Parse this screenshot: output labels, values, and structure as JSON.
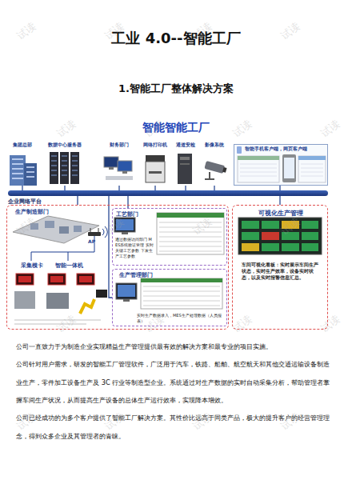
{
  "diagram": {
    "title": "工业 4.0--智能工厂",
    "nodes": [
      {
        "text": [
          "集团总部"
        ]
      },
      {
        "text": [
          "数据中心服务器"
        ]
      },
      {
        "text": [
          "财务部门"
        ]
      },
      {
        "text": [
          "网络打印机"
        ]
      },
      {
        "text": [
          "通道安检"
        ]
      },
      {
        "text": [
          "影像系统"
        ]
      },
      {
        "text": [
          "智能手机客户端，网页客户端"
        ]
      },
      {
        "text": [
          "企业网络平台"
        ]
      },
      {
        "text": [
          "生产制造部门"
        ]
      },
      {
        "text": [
          "采集模卡"
        ],
        "in": 8
      },
      {
        "text": [
          "智能一体机"
        ],
        "in": 8
      },
      {
        "text": [
          "工艺部门",
          "通过数据访问部门 MES系统验证管理 实时关键工艺参数 下发生产工艺参数"
        ],
        "in": 8
      },
      {
        "text": [
          "生产管理部门",
          "实时生产数据录入，MES生产处理数据（人员报表）"
        ],
        "in": 8
      },
      {
        "text": [
          "可视化生产管理",
          "车间可视化看板：实时展示车间生产状态，实时生产效率，设备实时状态，以及实时报警信息汇总。"
        ]
      }
    ],
    "edges": [
      {
        "from": 7,
        "to": 0,
        "arrow": "none"
      },
      {
        "from": 7,
        "to": 1,
        "arrow": "none"
      },
      {
        "from": 7,
        "to": 2,
        "arrow": "none"
      },
      {
        "from": 7,
        "to": 3,
        "arrow": "none"
      },
      {
        "from": 7,
        "to": 4,
        "arrow": "none"
      },
      {
        "from": 7,
        "to": 5,
        "arrow": "none"
      },
      {
        "from": 7,
        "to": 6,
        "arrow": "none"
      },
      {
        "from": 7,
        "to": 8,
        "arrow": "none"
      },
      {
        "from": 7,
        "to": 11,
        "arrow": "none"
      },
      {
        "from": 7,
        "to": 12,
        "arrow": "none"
      },
      {
        "from": 7,
        "to": 13,
        "arrow": "none"
      }
    ],
    "labels": [
      "1.智能工厂整体解决方案",
      "智能智能工厂",
      "AP",
      "公司一直致力于为制造企业实现精益生产管理提供最有效的解决方案和最专业的项目实施。",
      "公司针对用户需求，研发的智能工厂管理软件，广泛用于汽车，铁路、船舶、航空航天和其他交通运输设备制造业生产，零件加工设备生产及 3C 行业等制造型企业。系统通过对生产数据的实时自动采集分析，帮助管理者掌握车间生产状况，从而提高生产设备的总体生产运行效率，实现降本增效。",
      "公司已经成功的为多个客户提供了智能工厂解决方案。其性价比远高于同类产品，极大的提升客户的经营管理理念，得到众多企业及其管理者的青睐。",
      "试读",
      "试读",
      "试读",
      "试读",
      "试读",
      "试读",
      "试读",
      "试读",
      "试读",
      "试读",
      "试读",
      "试读",
      "试读",
      "试读",
      "试读",
      "试读",
      "试读",
      "试读",
      "试读",
      "试读"
    ]
  }
}
